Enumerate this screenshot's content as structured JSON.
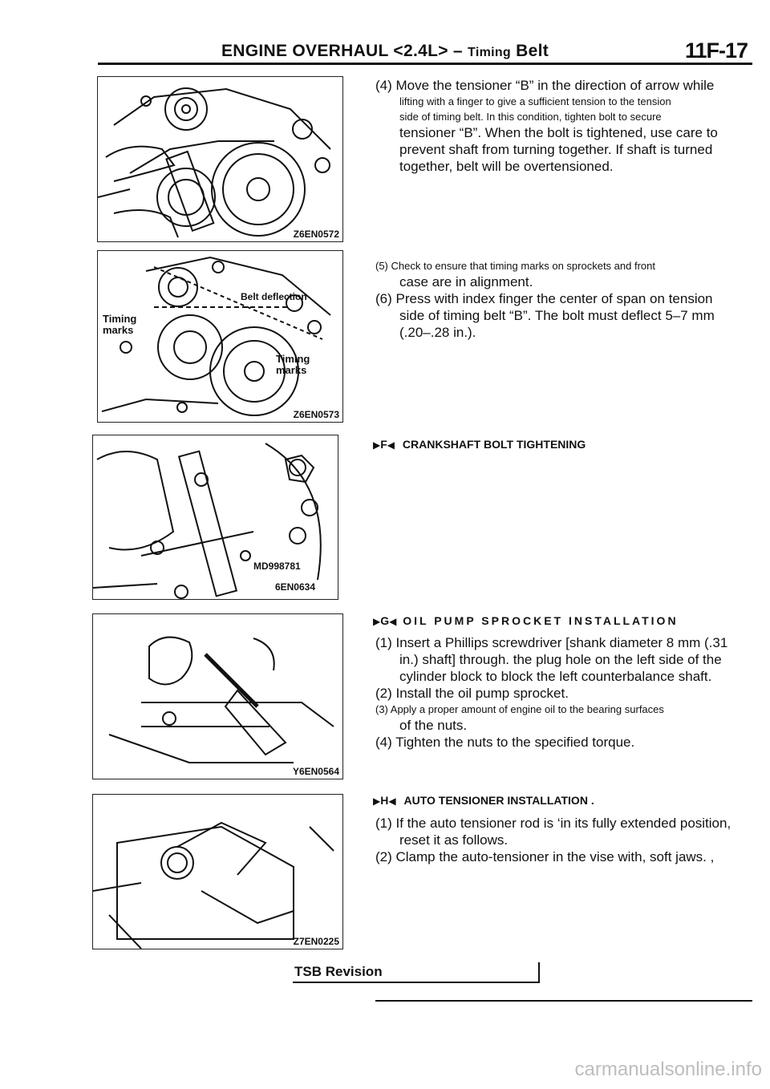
{
  "header": {
    "title_main": "ENGINE OVERHAUL",
    "title_engine": "<2.4L>",
    "title_dash": "–",
    "title_section": "Timing",
    "title_belt": "Belt",
    "page_number": "11F-17"
  },
  "figures": [
    {
      "code": "Z6EN0572"
    },
    {
      "code": "Z6EN0573",
      "labels": [
        "Timing marks",
        "Belt deflection",
        "Timing marks"
      ]
    },
    {
      "code": "6EN0634",
      "labels": [
        "MD998781"
      ]
    },
    {
      "code": "Y6EN0564"
    },
    {
      "code": "Z7EN0225"
    }
  ],
  "steps_top": {
    "step4_l1": "(4) Move the tensioner “B” in the direction of arrow while",
    "step4_l2": "lifting with a finger to give a sufficient tension to the tension",
    "step4_l3": "side of timing belt. In this condition, tighten bolt to secure",
    "step4_l4": "tensioner “B”. When the bolt is tightened, use care to",
    "step4_l5": "prevent shaft from turning together. If shaft is turned",
    "step4_l6": "together, belt will be overtensioned.",
    "step5_l1": "(5) Check to ensure that timing marks on sprockets and front",
    "step5_l2": "case are in alignment.",
    "step6_l1": "(6) Press with index finger the center of span on tension",
    "step6_l2": "side of timing belt “B”. The bolt must deflect 5–7 mm",
    "step6_l3": "(.20–.28 in.)."
  },
  "section_f": {
    "marker": "F",
    "title": "CRANKSHAFT BOLT TIGHTENING"
  },
  "section_g": {
    "marker": "G",
    "title": "OIL PUMP SPROCKET INSTALLATION",
    "s1_l1": "(1) Insert a Phillips screwdriver [shank diameter 8 mm (.31",
    "s1_l2": "in.) shaft] through. the plug hole on the left side of the",
    "s1_l3": "cylinder block to block the left counterbalance shaft.",
    "s2": "(2) Install the oil pump sprocket.",
    "s3_l1": "(3) Apply a proper amount of engine oil to the bearing surfaces",
    "s3_l2": "of the nuts.",
    "s4": "(4) Tighten the nuts to the specified torque."
  },
  "section_h": {
    "marker": "H",
    "title": "AUTO TENSIONER INSTALLATION .",
    "s1_l1": "(1) If the auto tensioner rod is ‘in its fully extended position,",
    "s1_l2": "reset it as follows.",
    "s2": "(2) Clamp the auto-tensioner in the vise with, soft jaws.  ,"
  },
  "footer": {
    "label": "TSB Revision"
  },
  "watermark": "carmanualsonline.info"
}
